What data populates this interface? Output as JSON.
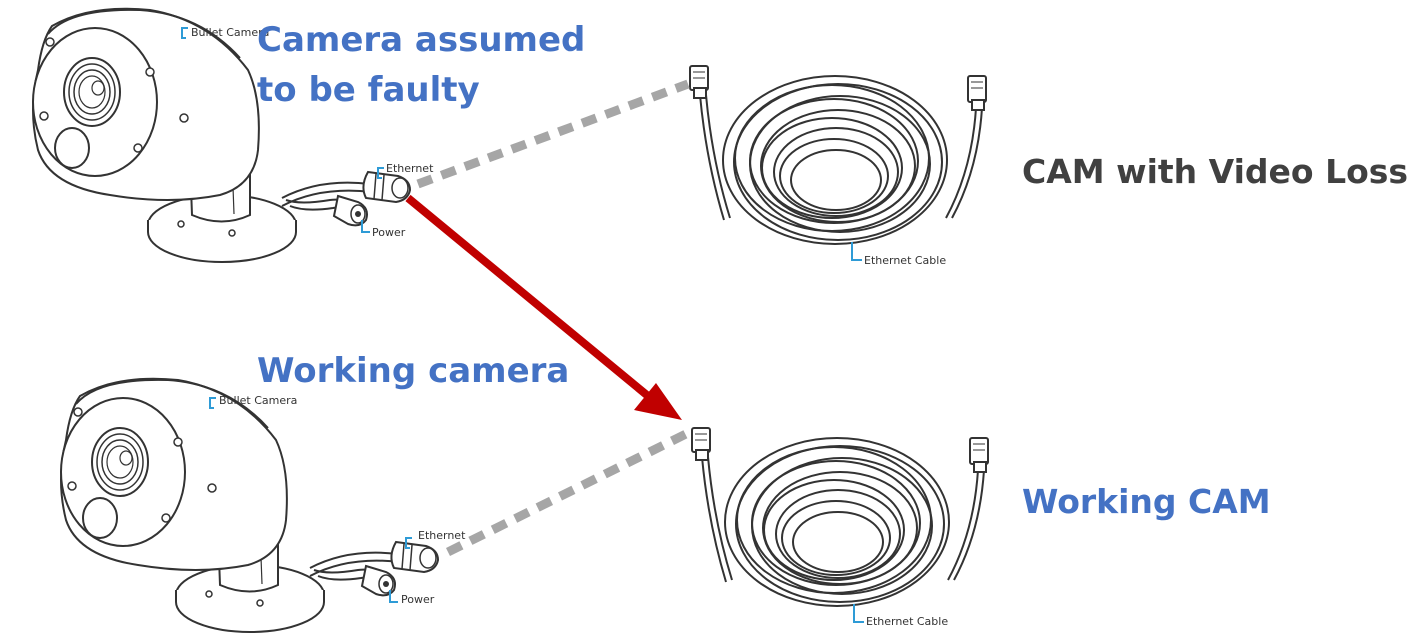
{
  "top_camera": {
    "label": "Bullet Camera",
    "ethernet_label": "Ethernet",
    "power_label": "Power",
    "headline_line1": "Camera assumed",
    "headline_line2": "to be faulty"
  },
  "bottom_camera": {
    "label": "Bullet Camera",
    "ethernet_label": "Ethernet",
    "power_label": "Power",
    "headline": "Working camera"
  },
  "top_cable": {
    "label": "Ethernet Cable",
    "status": "CAM with Video Loss"
  },
  "bottom_cable": {
    "label": "Ethernet Cable",
    "status": "Working CAM"
  },
  "colors": {
    "blue_text": "#4472c4",
    "gray_text": "#404040",
    "arrow": "#c00000",
    "dashed": "#a6a6a6",
    "line_art": "#333333"
  }
}
